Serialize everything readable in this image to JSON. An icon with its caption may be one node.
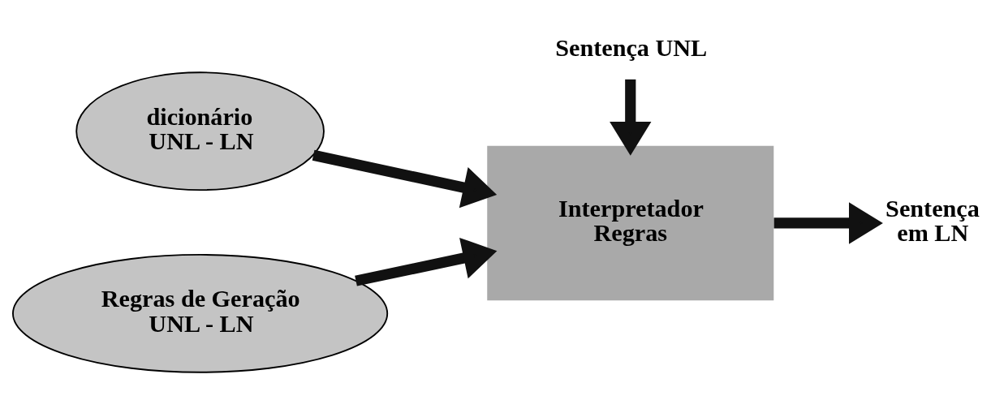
{
  "diagram": {
    "nodes": [
      {
        "text": [
          "Sentença UNL"
        ]
      },
      {
        "text": [
          "dicionário UNL - LN"
        ]
      },
      {
        "text": [
          "Interpretador Regras"
        ]
      },
      {
        "text": [
          "Sentença em LN"
        ]
      },
      {
        "text": [
          "Regras de Geração UNL - LN"
        ]
      }
    ],
    "edges": [
      {
        "from": 1,
        "to": 2,
        "arrow": "to"
      },
      {
        "from": 4,
        "to": 2,
        "arrow": "to"
      },
      {
        "from": 0,
        "to": 2,
        "arrow": "to"
      },
      {
        "from": 2,
        "to": 3,
        "arrow": "to"
      }
    ]
  }
}
